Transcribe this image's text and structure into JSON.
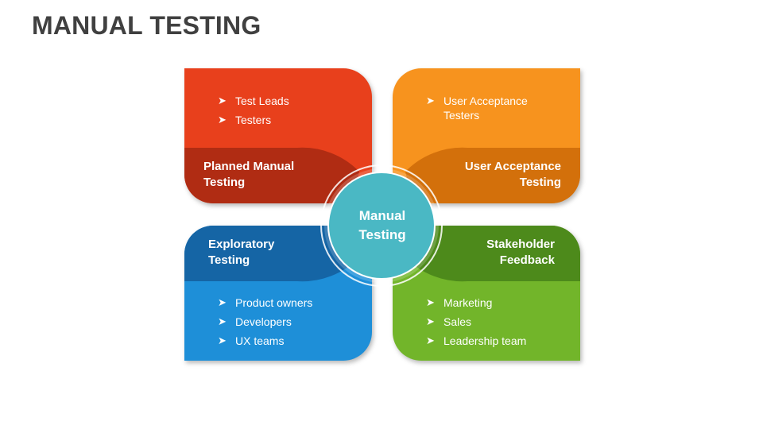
{
  "slide": {
    "title": "MANUAL TESTING"
  },
  "center": {
    "line1": "Manual",
    "line2": "Testing",
    "color": "#4ab8c4"
  },
  "quadrants": {
    "planned": {
      "label_line1": "Planned Manual",
      "label_line2": "Testing",
      "items": [
        "Test Leads",
        "Testers"
      ],
      "color_light": "#e8401c",
      "color_dark": "#b02c13"
    },
    "acceptance": {
      "label_line1": "User Acceptance",
      "label_line2": "Testing",
      "items": [
        "User Acceptance",
        "Testers"
      ],
      "color_light": "#f7931e",
      "color_dark": "#d3700b"
    },
    "exploratory": {
      "label_line1": "Exploratory",
      "label_line2": "Testing",
      "items": [
        "Product owners",
        "Developers",
        "UX teams"
      ],
      "color_light": "#1e8fd8",
      "color_dark": "#1565a5"
    },
    "stakeholder": {
      "label_line1": "Stakeholder",
      "label_line2": "Feedback",
      "items": [
        "Marketing",
        "Sales",
        "Leadership team"
      ],
      "color_light": "#72b52a",
      "color_dark": "#4d8a1b"
    }
  },
  "icons": {
    "bullet": "arrowhead-bullet-icon"
  }
}
